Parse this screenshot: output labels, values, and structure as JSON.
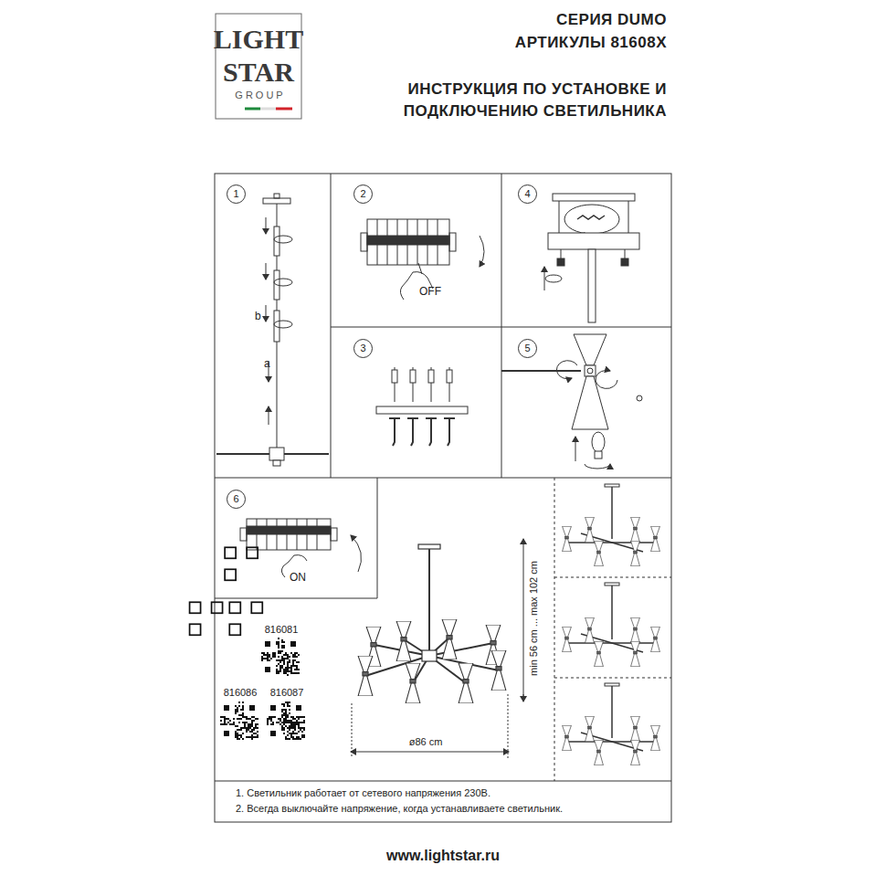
{
  "diagram": {
    "title": "ИНСТРУКЦИЯ ПО УСТАНОВКЕ И ПОДКЛЮЧЕНИЮ СВЕТИЛЬНИКА",
    "nodes": [
      {
        "text": [
          "1"
        ]
      },
      {
        "text": [
          "2"
        ]
      },
      {
        "text": [
          "4"
        ]
      },
      {
        "text": [
          "3"
        ]
      },
      {
        "text": [
          "5"
        ]
      },
      {
        "text": [
          "6"
        ]
      }
    ],
    "labels": [
      "LIGHT",
      "STAR",
      "GROUP",
      "СЕРИЯ DUMO",
      "АРТИКУЛЫ 81608X",
      "b",
      "a",
      "OFF",
      "ON",
      "816081",
      "816086",
      "816087",
      "min 56 cm ... max 102 cm",
      "ø86 cm",
      "1. Светильник работает от сетевого напряжения 230В.",
      "2. Всегда выключайте напряжение, когда устанавливаете светильник.",
      "www.lightstar.ru"
    ]
  }
}
